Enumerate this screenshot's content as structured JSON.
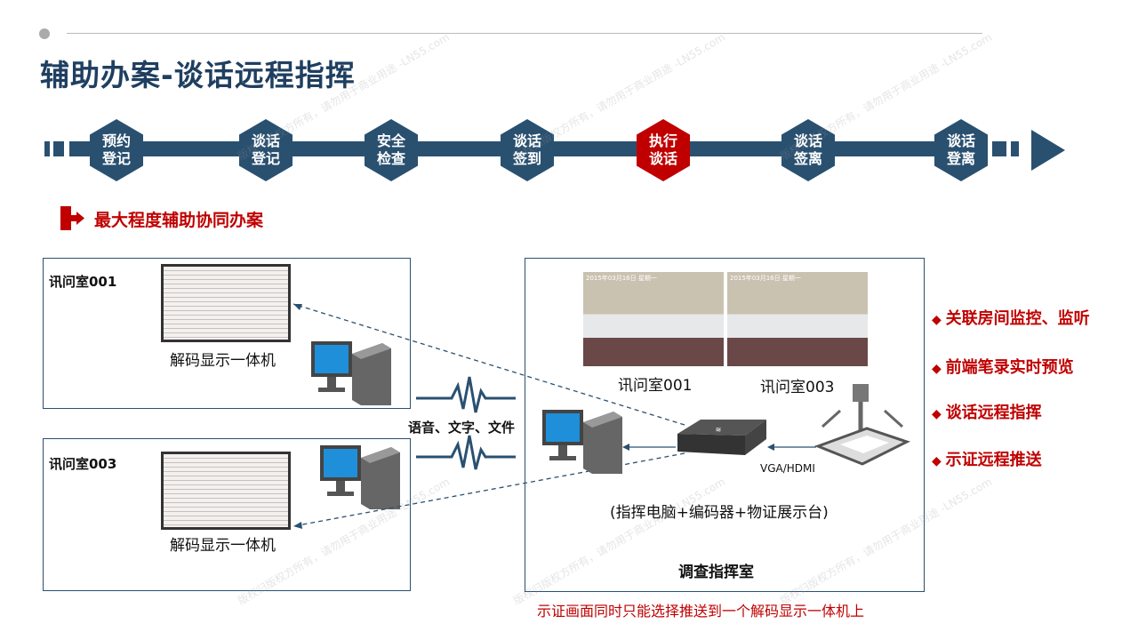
{
  "title": "辅助办案-谈话远程指挥",
  "steps": [
    {
      "line1": "预约",
      "line2": "登记"
    },
    {
      "line1": "谈话",
      "line2": "登记"
    },
    {
      "line1": "安全",
      "line2": "检查"
    },
    {
      "line1": "谈话",
      "line2": "签到"
    },
    {
      "line1": "执行",
      "line2": "谈话",
      "active": true
    },
    {
      "line1": "谈话",
      "line2": "签离"
    },
    {
      "line1": "谈话",
      "line2": "登离"
    }
  ],
  "subheading": "最大程度辅助协同办案",
  "room1": {
    "name": "讯问室001",
    "device": "解码显示一体机"
  },
  "room3": {
    "name": "讯问室003",
    "device": "解码显示一体机"
  },
  "link_label": "语音、文字、文件",
  "command": {
    "cam1": "讯问室001",
    "cam2": "讯问室003",
    "cam_timestamp": "2015年03月16日 星期一",
    "vga": "VGA/HDMI",
    "equipment": "(指挥电脑+编码器+物证展示台)",
    "name": "调查指挥室"
  },
  "bullets": [
    "关联房间监控、监听",
    "前端笔录实时预览",
    "谈话远程指挥",
    "示证远程推送"
  ],
  "footnote": "示证画面同时只能选择推送到一个解码显示一体机上",
  "watermark": "版权归版权方所有，请勿用于商业用途 -LN55.com",
  "colors": {
    "navy": "#2a5070",
    "red": "#c00000"
  }
}
